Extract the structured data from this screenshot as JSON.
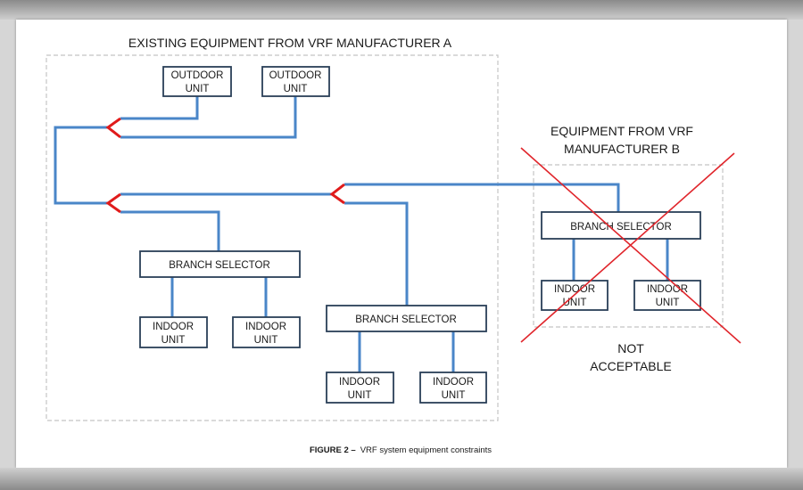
{
  "manufacturer_a": {
    "title": "EXISTING EQUIPMENT FROM VRF MANUFACTURER A",
    "outdoor_units": [
      {
        "line1": "OUTDOOR",
        "line2": "UNIT"
      },
      {
        "line1": "OUTDOOR",
        "line2": "UNIT"
      }
    ],
    "branch_selectors": [
      "BRANCH SELECTOR",
      "BRANCH SELECTOR"
    ],
    "indoor_units": [
      {
        "line1": "INDOOR",
        "line2": "UNIT"
      },
      {
        "line1": "INDOOR",
        "line2": "UNIT"
      },
      {
        "line1": "INDOOR",
        "line2": "UNIT"
      },
      {
        "line1": "INDOOR",
        "line2": "UNIT"
      }
    ]
  },
  "manufacturer_b": {
    "title_line1": "EQUIPMENT FROM VRF",
    "title_line2": "MANUFACTURER B",
    "branch_selector": "BRANCH SELECTOR",
    "indoor_units": [
      {
        "line1": "INDOOR",
        "line2": "UNIT"
      },
      {
        "line1": "INDOOR",
        "line2": "UNIT"
      }
    ],
    "verdict_line1": "NOT",
    "verdict_line2": "ACCEPTABLE"
  },
  "caption": {
    "label": "FIGURE 2 –",
    "text": "VRF system equipment constraints"
  },
  "colors": {
    "pipe": "#4a86c8",
    "joint": "#e01b1b",
    "cross": "#e0252b",
    "box_border": "#2a3f58"
  }
}
